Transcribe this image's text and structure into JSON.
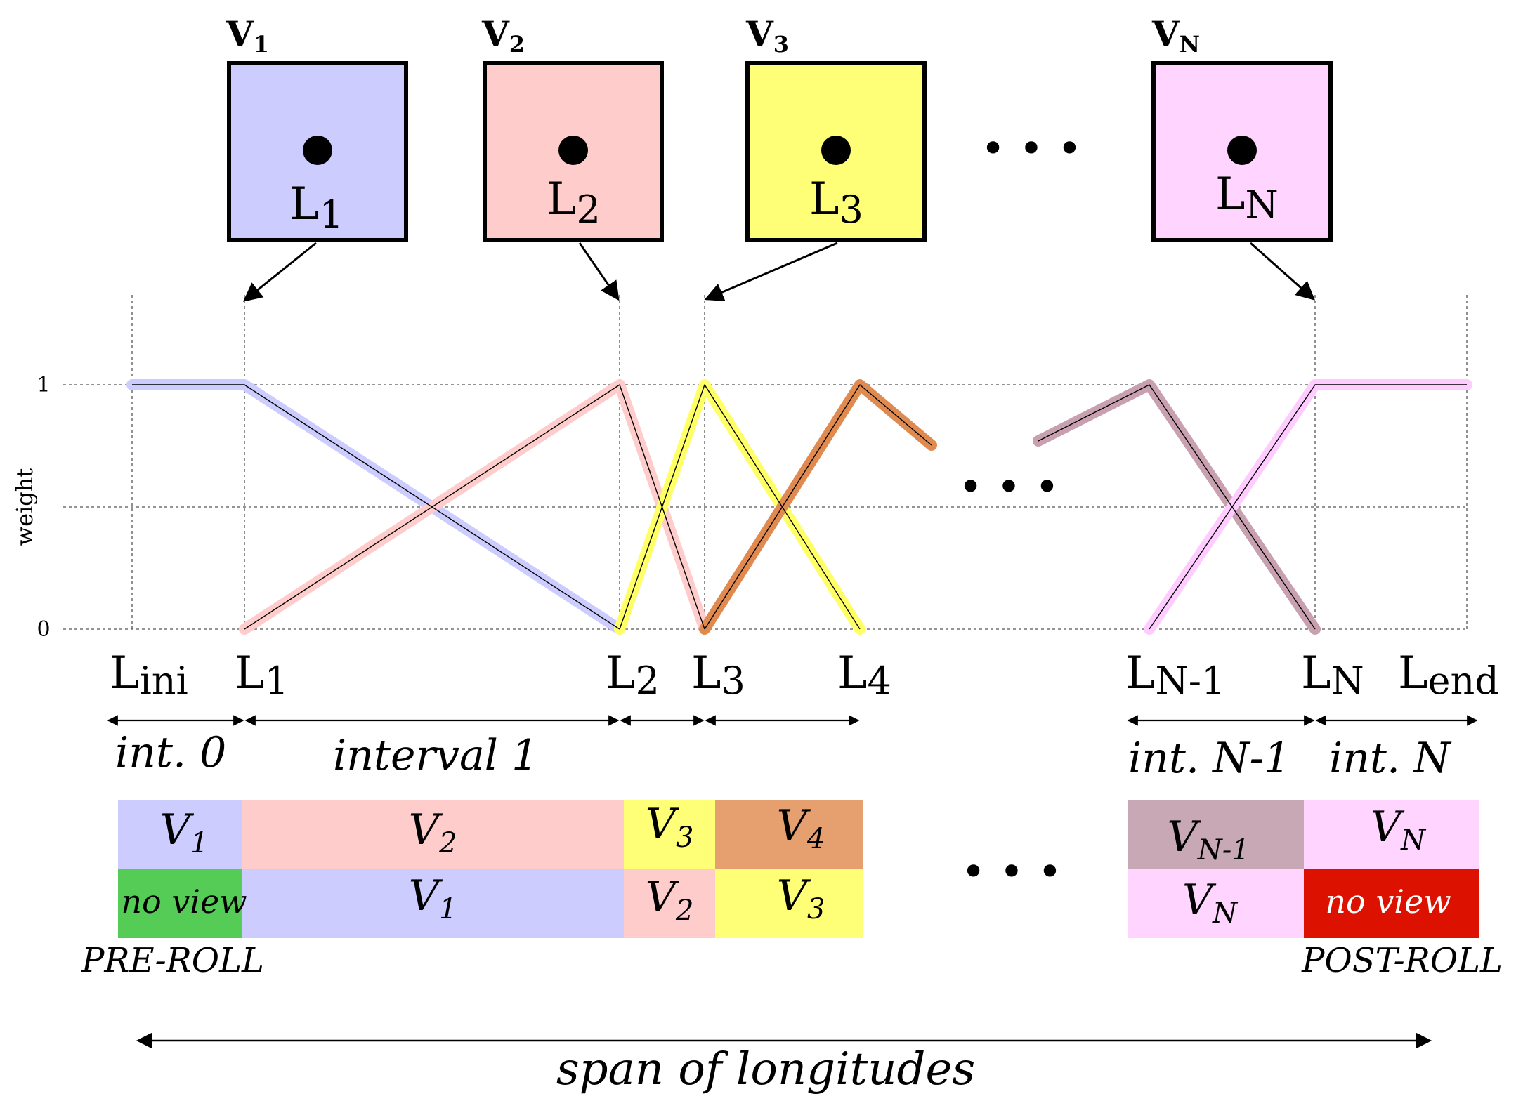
{
  "views": [
    {
      "name": "V",
      "sub": "1",
      "loc": "L",
      "loc_sub": "1",
      "color": "#ccccff"
    },
    {
      "name": "V",
      "sub": "2",
      "loc": "L",
      "loc_sub": "2",
      "color": "#ffcccc"
    },
    {
      "name": "V",
      "sub": "3",
      "loc": "L",
      "loc_sub": "3",
      "color": "#ffff77"
    },
    {
      "name": "V",
      "sub": "N",
      "loc": "L",
      "loc_sub": "N",
      "color": "#ffd5ff"
    }
  ],
  "ellipsis": "• • •",
  "chart": {
    "ylabel": "weight",
    "yticks": [
      "1",
      "0"
    ]
  },
  "x_labels": [
    {
      "main": "L",
      "sub": "ini"
    },
    {
      "main": "L",
      "sub": "1"
    },
    {
      "main": "L",
      "sub": "2"
    },
    {
      "main": "L",
      "sub": "3"
    },
    {
      "main": "L",
      "sub": "4"
    },
    {
      "main": "L",
      "sub": "N-1"
    },
    {
      "main": "L",
      "sub": "N"
    },
    {
      "main": "L",
      "sub": "end"
    }
  ],
  "intervals": {
    "int0": "int. 0",
    "int1": "interval 1",
    "intN1": "int. N-1",
    "intN": "int. N"
  },
  "table": {
    "top": [
      {
        "main": "V",
        "sub": "1",
        "color": "#ccccff"
      },
      {
        "main": "V",
        "sub": "2",
        "color": "#ffcccc"
      },
      {
        "main": "V",
        "sub": "3",
        "color": "#ffff77"
      },
      {
        "main": "V",
        "sub": "4",
        "color": "#e6a070"
      },
      {
        "main": "V",
        "sub": "N-1",
        "color": "#c8a8b4"
      },
      {
        "main": "V",
        "sub": "N",
        "color": "#ffd5ff"
      }
    ],
    "bottom": [
      {
        "text": "no view",
        "color": "#55cc55"
      },
      {
        "main": "V",
        "sub": "1",
        "color": "#ccccff"
      },
      {
        "main": "V",
        "sub": "2",
        "color": "#ffcccc"
      },
      {
        "main": "V",
        "sub": "3",
        "color": "#ffff77"
      },
      {
        "main": "V",
        "sub": "N",
        "color": "#ffd5ff"
      },
      {
        "text": "no view",
        "color": "#dd1100"
      }
    ],
    "pre_roll": "PRE-ROLL",
    "post_roll": "POST-ROLL"
  },
  "span_label": "span of longitudes",
  "line_colors": {
    "v1": "#ccccff",
    "v2": "#ffcccc",
    "v3": "#ffff66",
    "v4": "#e08a50",
    "vn1": "#c8a0b0",
    "vn": "#ffccff"
  }
}
